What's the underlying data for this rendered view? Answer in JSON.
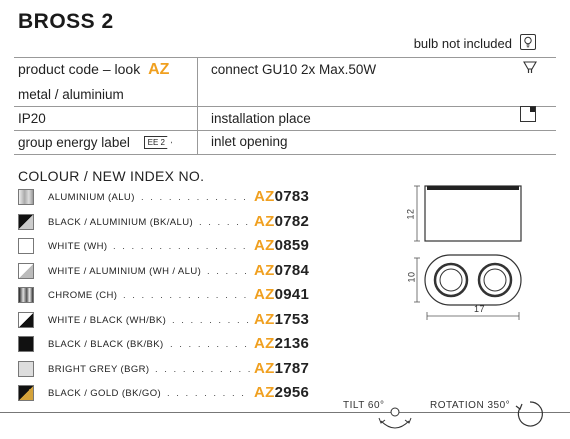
{
  "header": {
    "title": "BROSS 2",
    "bulb_note": "bulb not included"
  },
  "specs": {
    "product_code_label": "product code – look",
    "brand_mark": "AZ",
    "connect": "connect GU10 2x Max.50W",
    "material": "metal / aluminium",
    "ip": "IP20",
    "installation": "installation place",
    "energy_label": "group energy label",
    "energy_badge": "EE 2",
    "inlet": "inlet opening"
  },
  "colours": {
    "title": "COLOUR / NEW INDEX NO.",
    "brand_prefix": "AZ",
    "items": [
      {
        "label": "ALUMINIUM (ALU)",
        "number": "0783",
        "swatch": "aluminium"
      },
      {
        "label": "BLACK / ALUMINIUM (BK/ALU)",
        "number": "0782",
        "swatch": "black-aluminium"
      },
      {
        "label": "WHITE (WH)",
        "number": "0859",
        "swatch": "white"
      },
      {
        "label": "WHITE / ALUMINIUM (WH / ALU)",
        "number": "0784",
        "swatch": "white-aluminium"
      },
      {
        "label": "CHROME (CH)",
        "number": "0941",
        "swatch": "chrome"
      },
      {
        "label": "WHITE / BLACK (WH/BK)",
        "number": "1753",
        "swatch": "white-black"
      },
      {
        "label": "BLACK / BLACK (BK/BK)",
        "number": "2136",
        "swatch": "black-black"
      },
      {
        "label": "BRIGHT GREY (BGR)",
        "number": "1787",
        "swatch": "bright-grey"
      },
      {
        "label": "BLACK / GOLD (BK/GO)",
        "number": "2956",
        "swatch": "black-gold"
      }
    ]
  },
  "drawing": {
    "height_dim": "12",
    "depth_dim": "10",
    "width_dim": "17",
    "tilt": "TILT 60°",
    "rotation": "ROTATION 350°"
  },
  "colors": {
    "accent": "#f0a020",
    "text": "#222222",
    "line": "#999999"
  }
}
